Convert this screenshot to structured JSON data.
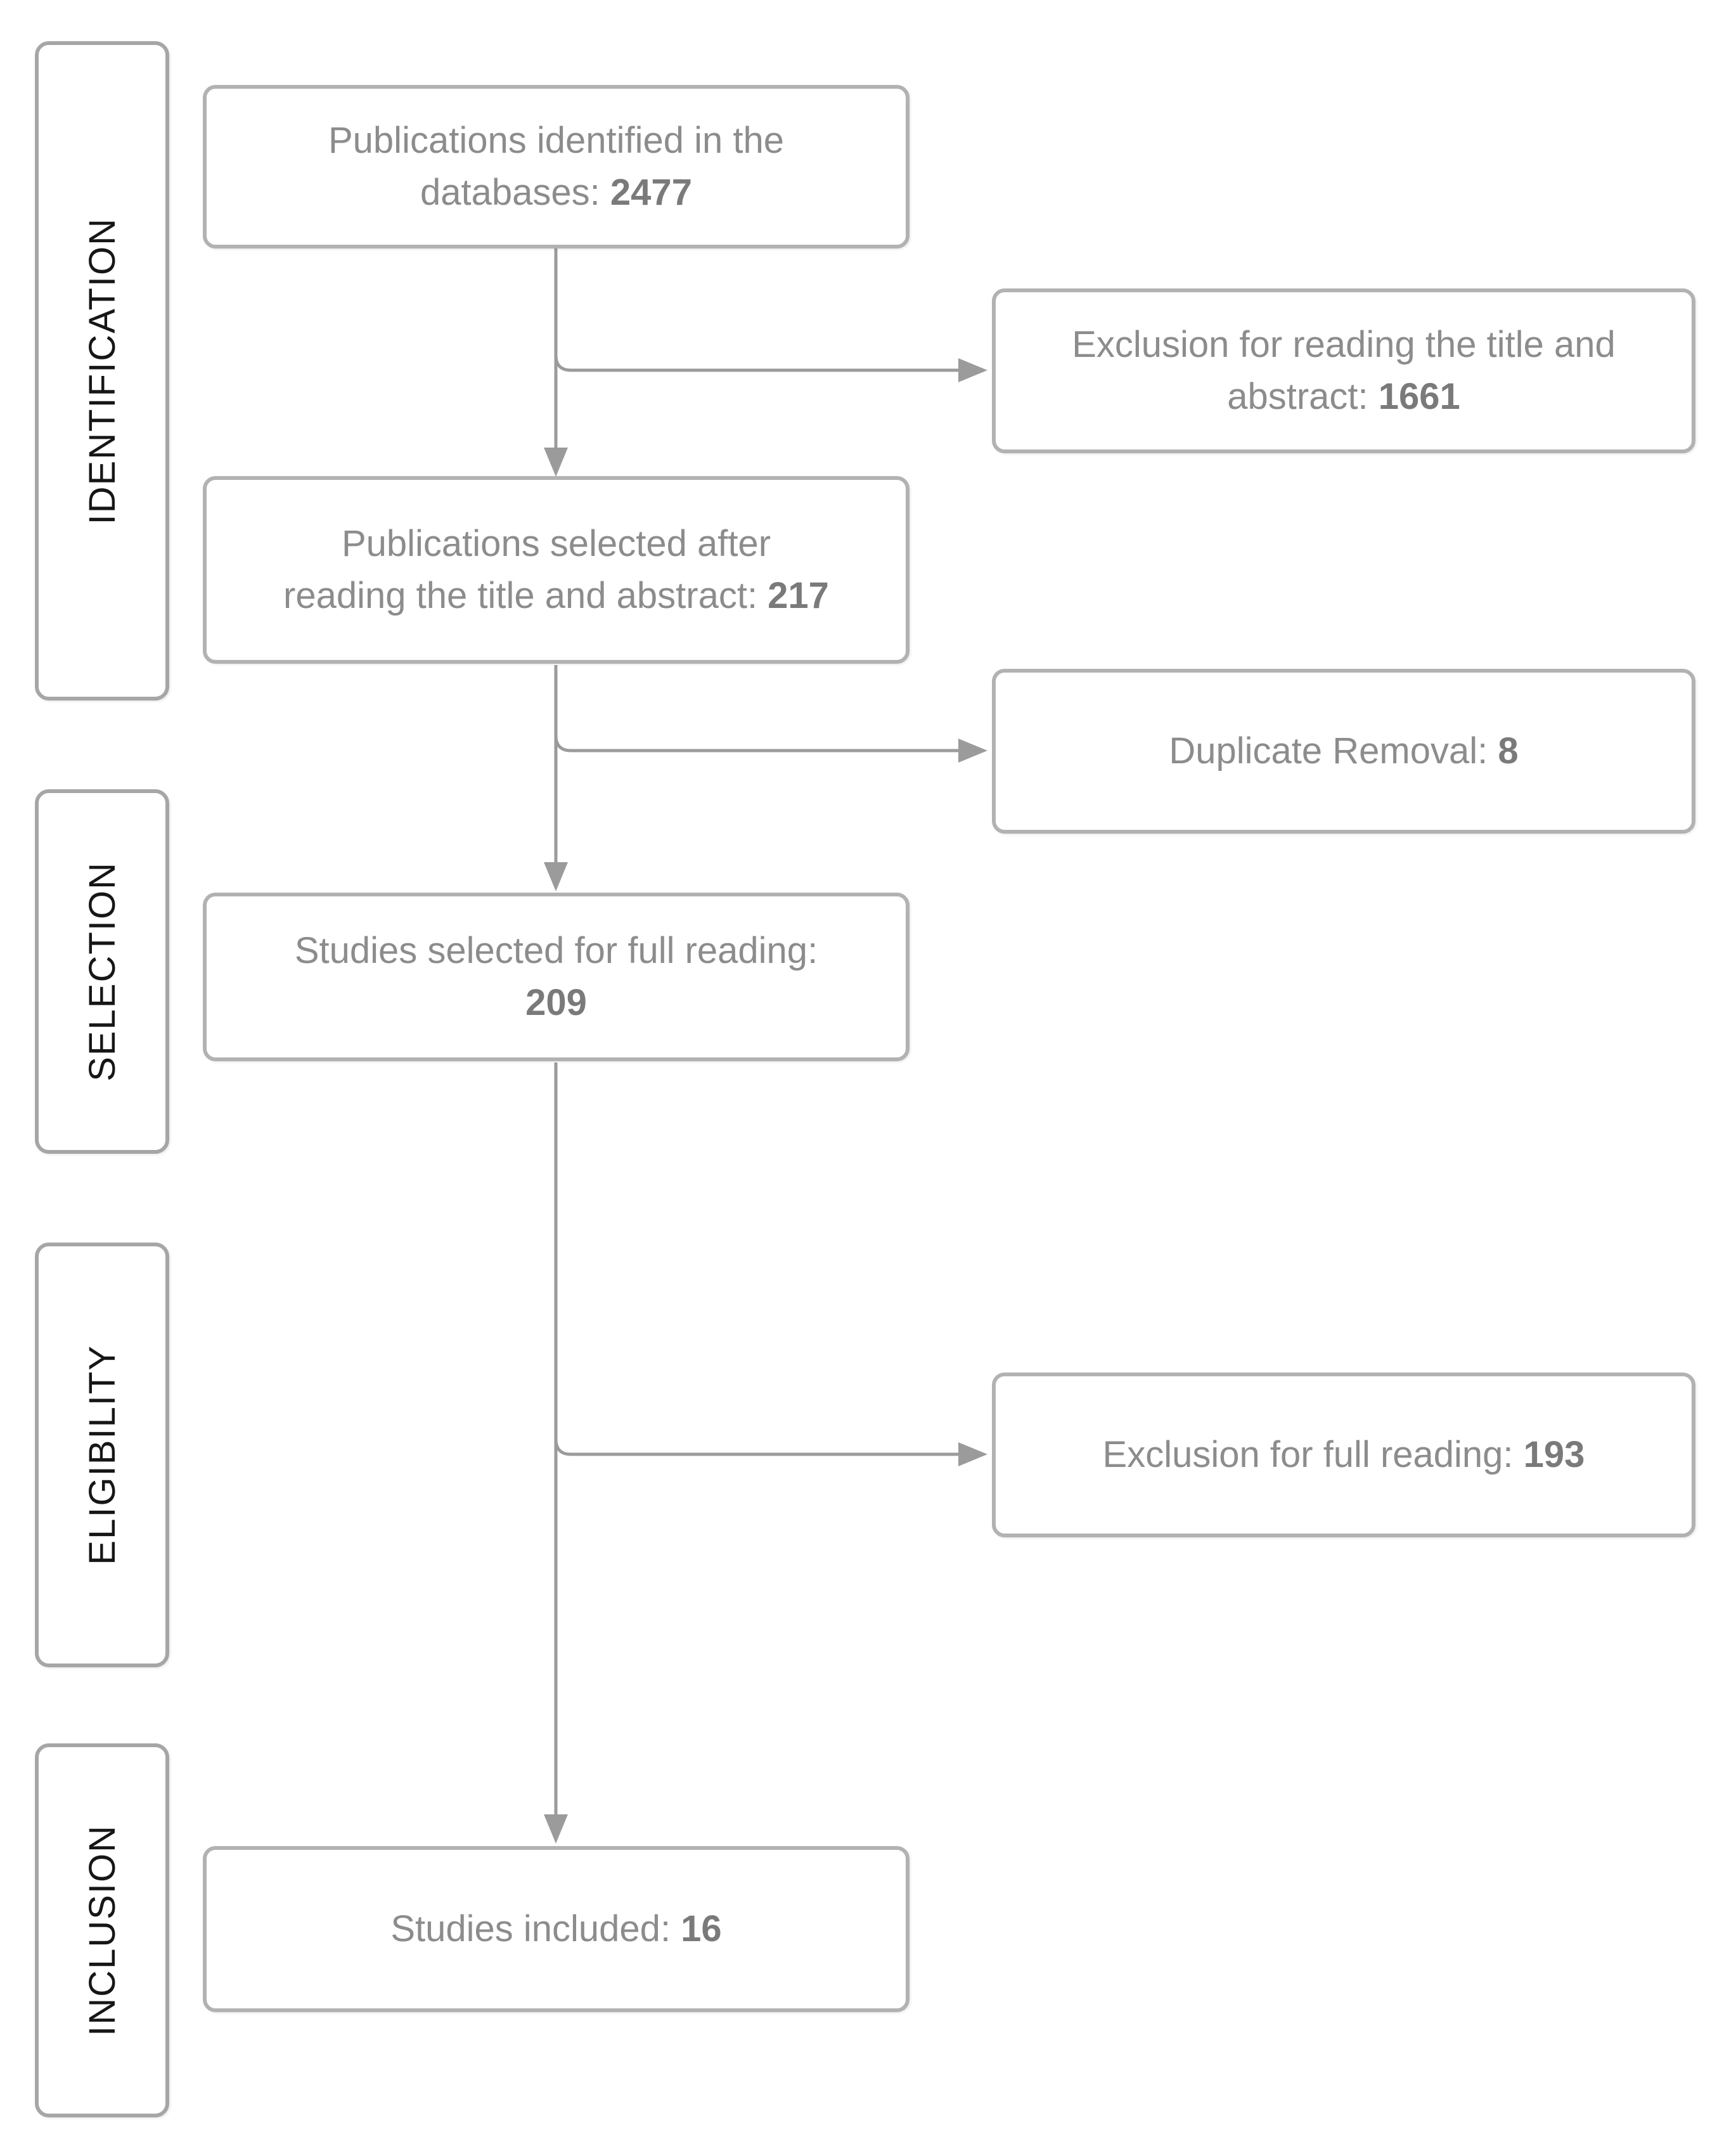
{
  "diagram": {
    "stages": [
      {
        "label": "IDENTIFICATION"
      },
      {
        "label": "SELECTION"
      },
      {
        "label": "ELIGIBILITY"
      },
      {
        "label": "INCLUSION"
      }
    ],
    "boxes": {
      "identified": {
        "line1": "Publications identified in the",
        "line2": "databases: ",
        "value": "2477"
      },
      "title_abstract_exclusion": {
        "line1": "Exclusion for reading the title and",
        "line2": "abstract: ",
        "value": "1661"
      },
      "selected_title_abstract": {
        "line1": "Publications selected after",
        "line2": "reading the title and abstract: ",
        "value": "217"
      },
      "duplicate_removal": {
        "line1": "",
        "line2": "Duplicate Removal: ",
        "value": "8"
      },
      "full_reading": {
        "line1": "Studies selected for full reading:",
        "line2": "",
        "value": "209"
      },
      "full_reading_exclusion": {
        "line1": "",
        "line2": "Exclusion for full reading: ",
        "value": "193"
      },
      "included": {
        "line1": "",
        "line2": "Studies included: ",
        "value": "16"
      }
    },
    "colors": {
      "background": "#ffffff",
      "box_border": "#b2b2b2",
      "stage_border": "#a6a6a6",
      "box_text": "#8c8c8c",
      "box_value": "#7a7a7a",
      "stage_text": "#161616",
      "connector": "#9b9b9b"
    }
  }
}
